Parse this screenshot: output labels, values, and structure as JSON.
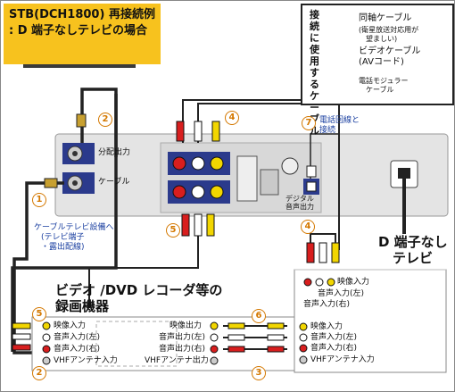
{
  "title": {
    "line1": "STB(DCH1800) 再接続例",
    "line2": ": D 端子なしテレビの場合"
  },
  "legend": {
    "heading": "接続に使用するケーブル",
    "coax": "同軸ケーブル",
    "coax_note1": "(衛星放送対応用が",
    "coax_note2": "望ましい)",
    "video": "ビデオケーブル",
    "video_note": "(AVコード)",
    "modular1": "電話モジュラー",
    "modular2": "ケーブル"
  },
  "stb": {
    "distribution_out": "分配出力",
    "cable_in": "ケーブル",
    "digital_audio": "デジタル",
    "digital_audio2": "音声出力",
    "phone_line": "電話回線と",
    "phone_line2": "接続"
  },
  "cable_facility": {
    "line1": "ケーブルテレビ設備へ",
    "line2": "(テレビ端子",
    "line3": "・露出配線)"
  },
  "tv": {
    "label1": "D 端子なし",
    "label2": "テレビ",
    "top_video_in": "映像入力",
    "top_audio_in_l": "音声入力(左)",
    "top_audio_in_r": "音声入力(右)",
    "video_in": "映像入力",
    "audio_in_l": "音声入力(左)",
    "audio_in_r": "音声入力(右)",
    "vhf_in": "VHFアンテナ入力"
  },
  "recorder": {
    "label1": "ビデオ /DVD レコーダ等の",
    "label2": "録画機器",
    "left_video_in": "映像入力",
    "left_audio_l": "音声入力(左)",
    "left_audio_r": "音声入力(右)",
    "left_vhf": "VHFアンテナ入力",
    "right_video_out": "映像出力",
    "right_audio_l": "音声出力(左)",
    "right_audio_r": "音声出力(右)",
    "right_vhf": "VHFアンテナ出力"
  },
  "numbers": {
    "n1": "1",
    "n2": "2",
    "n3": "3",
    "n4": "4",
    "n5": "5",
    "n6": "6",
    "n7": "7"
  },
  "colors": {
    "title_bg": "#f7c21e",
    "highlight_blue": "#2b3a8c",
    "cable_black": "#222222",
    "marker_orange": "#d47800",
    "plug_red": "#d81e1e",
    "plug_yellow": "#f2d600",
    "plug_white": "#ffffff"
  }
}
